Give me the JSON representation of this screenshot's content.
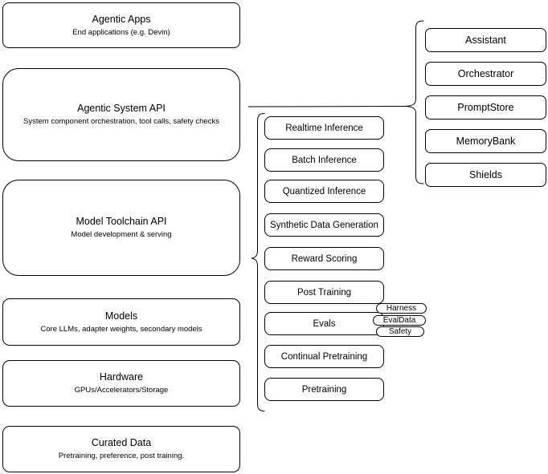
{
  "left_column": {
    "boxes": [
      {
        "title": "Agentic Apps",
        "subtitle": "End applications (e.g. Devin)"
      },
      {
        "title": "Agentic System API",
        "subtitle": "System component orchestration, tool calls, safety checks"
      },
      {
        "title": "Model Toolchain API",
        "subtitle": "Model development & serving"
      },
      {
        "title": "Models",
        "subtitle": "Core LLMs, adapter weights, secondary models"
      },
      {
        "title": "Hardware",
        "subtitle": "GPUs/Accelerators/Storage"
      },
      {
        "title": "Curated Data",
        "subtitle": "Pretraining, preference, post training."
      }
    ]
  },
  "middle_column": {
    "items": [
      {
        "label": "Realtime Inference"
      },
      {
        "label": "Batch Inference"
      },
      {
        "label": "Quantized Inference"
      },
      {
        "label": "Synthetic Data Generation"
      },
      {
        "label": "Reward Scoring"
      },
      {
        "label": "Post Training"
      },
      {
        "label": "Evals"
      },
      {
        "label": "Continual Pretraining"
      },
      {
        "label": "Pretraining"
      }
    ]
  },
  "evals_tags": {
    "items": [
      {
        "label": "Harness"
      },
      {
        "label": "EvalData"
      },
      {
        "label": "Safety"
      }
    ]
  },
  "right_column": {
    "items": [
      {
        "label": "Assistant"
      },
      {
        "label": "Orchestrator"
      },
      {
        "label": "PromptStore"
      },
      {
        "label": "MemoryBank"
      },
      {
        "label": "Shields"
      }
    ]
  },
  "colors": {
    "border": "#000000",
    "background": "#ffffff",
    "text": "#000000"
  }
}
